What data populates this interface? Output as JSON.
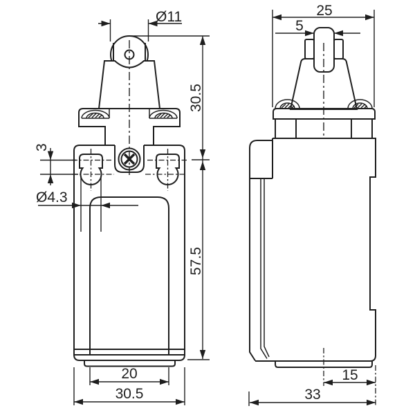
{
  "drawing": {
    "background": "#ffffff",
    "line_color": "#1e1e1e",
    "front_view": {
      "labels": {
        "roller_diameter": "Ø11",
        "head_height": "30.5",
        "slot_offset": "3",
        "slot_hole_diameter": "Ø4.3",
        "body_height": "57.5",
        "cover_width": "20",
        "body_width": "30.5"
      }
    },
    "side_view": {
      "labels": {
        "head_width": "25",
        "plunger_width": "5",
        "outlet_offset": "15",
        "body_depth": "33"
      }
    }
  }
}
